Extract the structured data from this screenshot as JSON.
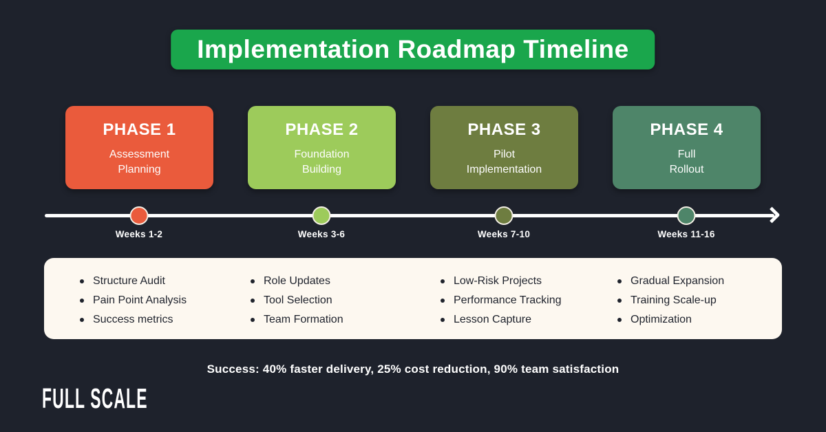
{
  "title": "Implementation Roadmap Timeline",
  "colors": {
    "background": "#1E222C",
    "title_banner": "#1AA64C",
    "panel": "#FDF8F0",
    "timeline": "#FFFFFF",
    "dot_border": "#F4EFE5"
  },
  "phases": [
    {
      "name": "PHASE 1",
      "subtitle": "Assessment\nPlanning",
      "color": "#EA5B3C",
      "weeks": "Weeks 1-2",
      "items": [
        "Structure Audit",
        "Pain Point Analysis",
        "Success metrics"
      ]
    },
    {
      "name": "PHASE 2",
      "subtitle": "Foundation\nBuilding",
      "color": "#9DCB5B",
      "weeks": "Weeks 3-6",
      "items": [
        "Role Updates",
        "Tool Selection",
        "Team Formation"
      ]
    },
    {
      "name": "PHASE 3",
      "subtitle": "Pilot\nImplementation",
      "color": "#6E7D40",
      "weeks": "Weeks 7-10",
      "items": [
        "Low-Risk Projects",
        "Performance Tracking",
        "Lesson Capture"
      ]
    },
    {
      "name": "PHASE 4",
      "subtitle": "Full\nRollout",
      "color": "#4E8569",
      "weeks": "Weeks 11-16",
      "items": [
        "Gradual Expansion",
        "Training Scale-up",
        "Optimization"
      ]
    }
  ],
  "success_note": "Success: 40% faster delivery, 25% cost reduction, 90% team satisfaction",
  "logo": {
    "text": "FULL SCALE"
  }
}
